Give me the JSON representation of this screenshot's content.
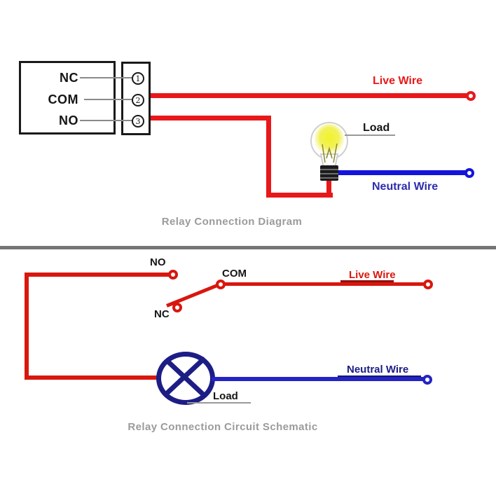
{
  "colors": {
    "live_red": "#e8181a",
    "neutral_blue": "#1414dc",
    "schem_red": "#d8170e",
    "schem_blue": "#2424c4",
    "lamp_navy": "#1d1d86",
    "label_black": "#151515",
    "title_gray": "#9b9b9b",
    "leader_gray": "#8a8a8a",
    "underline_gray": "#999999",
    "dark_red": "#8f1010",
    "dark_navy": "#15156e",
    "box_black": "#1a1a1a",
    "divider_gray": "#757575"
  },
  "top_diagram": {
    "caption": "Relay Connection Diagram",
    "relay": {
      "terminals": [
        {
          "label": "NC",
          "number": "1"
        },
        {
          "label": "COM",
          "number": "2"
        },
        {
          "label": "NO",
          "number": "3"
        }
      ]
    },
    "live_wire_label": "Live Wire",
    "load_label": "Load",
    "neutral_wire_label": "Neutral Wire"
  },
  "schematic": {
    "caption": "Relay Connection Circuit Schematic",
    "no_label": "NO",
    "com_label": "COM",
    "nc_label": "NC",
    "live_wire_label": "Live Wire",
    "neutral_wire_label": "Neutral Wire",
    "load_label": "Load"
  }
}
